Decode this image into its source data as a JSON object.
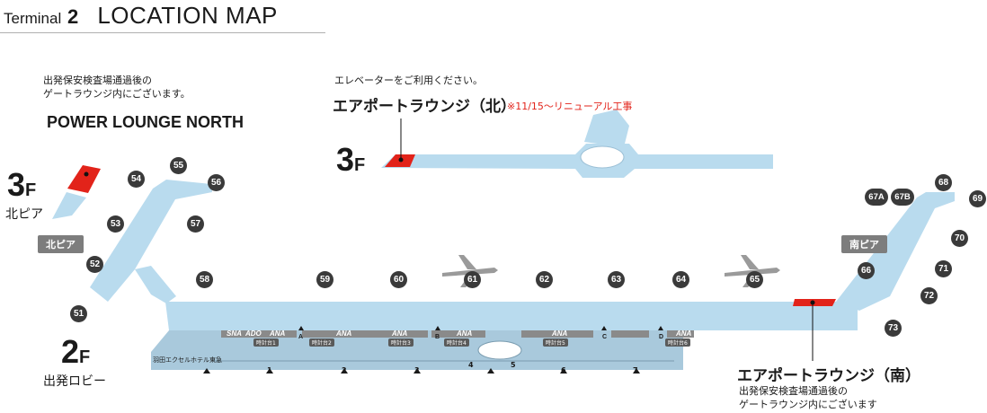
{
  "header": {
    "terminal": "Terminal",
    "terminal_no": "2",
    "title": "LOCATION MAP"
  },
  "north_lounge": {
    "note_line1": "出発保安検査場通過後の",
    "note_line2": "ゲートラウンジ内にございます。",
    "name": "POWER LOUNGE NORTH"
  },
  "airport_lounge_north": {
    "note": "エレベーターをご利用ください。",
    "name": "エアポートラウンジ（北）",
    "renewal": "※11/15〜リニューアル工事"
  },
  "south_lounge": {
    "name": "エアポートラウンジ（南）",
    "note_line1": "出発保安検査場通過後の",
    "note_line2": "ゲートラウンジ内にございます"
  },
  "floors": {
    "north_pier": {
      "num": "3",
      "unit": "F",
      "label": "北ピア"
    },
    "third": {
      "num": "3",
      "unit": "F"
    },
    "second": {
      "num": "2",
      "unit": "F",
      "label": "出発ロビー"
    }
  },
  "pier_tags": {
    "north": "北ピア",
    "south": "南ピア"
  },
  "gates": {
    "north_pier": [
      "54",
      "55",
      "56",
      "53",
      "57",
      "52",
      "51"
    ],
    "main": [
      "58",
      "59",
      "60",
      "61",
      "62",
      "63",
      "64",
      "65"
    ],
    "south_pier": [
      "67A",
      "67B",
      "68",
      "69",
      "70",
      "66",
      "71",
      "72",
      "73"
    ]
  },
  "lobby": {
    "hotel": "羽田エクセルホテル東急",
    "entrances": [
      "1",
      "2",
      "3",
      "4",
      "5",
      "6",
      "7"
    ],
    "zones": [
      "A",
      "B",
      "C",
      "D"
    ],
    "airlines": [
      "SNA",
      "ADO",
      "ANA",
      "ANA",
      "ANA",
      "ANA",
      "ANA",
      "ANA"
    ],
    "counters": [
      "時計台1",
      "時計台2",
      "時計台3",
      "時計台4",
      "時計台5",
      "時計台6"
    ]
  },
  "colors": {
    "floor": "#b9dbee",
    "floor_dark": "#a9c9dc",
    "lounge": "#e2231a",
    "gate_badge": "#3a3a3a",
    "pier_tag": "#7d7d7d",
    "counter": "#8a8a8a"
  }
}
